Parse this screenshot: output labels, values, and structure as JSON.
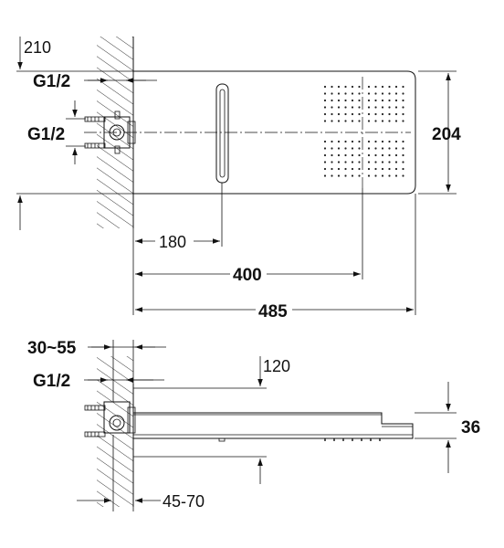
{
  "front_view": {
    "label_210": "210",
    "label_g12_top": "G1/2",
    "label_g12_mid": "G1/2",
    "label_204": "204",
    "label_180": "180",
    "label_400": "400",
    "label_485": "485"
  },
  "side_view": {
    "label_30_55": "30~55",
    "label_g12": "G1/2",
    "label_120": "120",
    "label_36": "36",
    "label_45_70": "45-70"
  }
}
